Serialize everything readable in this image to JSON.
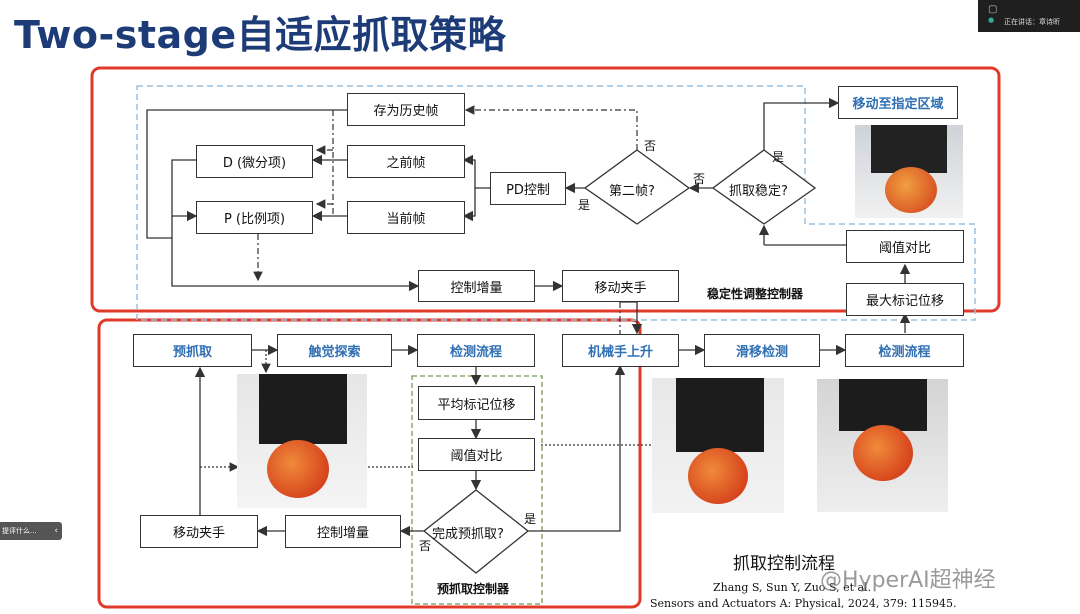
{
  "title": "Two-stage自适应抓取策略",
  "zoom": {
    "line1": "正在讲话：",
    "speaker": "章诗昕"
  },
  "side_tab": "提评什么...",
  "upper": {
    "store_history": "存为历史帧",
    "prev_frame": "之前帧",
    "curr_frame": "当前帧",
    "d_term": "D (微分项)",
    "p_term": "P (比例项)",
    "pd_control": "PD控制",
    "second_frame": "第二帧?",
    "grasp_stable": "抓取稳定?",
    "move_to_zone": "移动至指定区域",
    "threshold_compare": "阈值对比",
    "max_marker_disp": "最大标记位移",
    "control_increment": "控制增量",
    "move_gripper": "移动夹手",
    "controller_label": "稳定性调整控制器",
    "yes": "是",
    "no": "否"
  },
  "lower": {
    "pre_grasp": "预抓取",
    "tactile_explore": "触觉探索",
    "detect_flow": "检测流程",
    "arm_raise": "机械手上升",
    "slip_detect": "滑移检测",
    "detect_flow2": "检测流程",
    "avg_marker_disp": "平均标记位移",
    "threshold_compare": "阈值对比",
    "done_pregrasp": "完成预抓取?",
    "control_increment": "控制增量",
    "move_gripper": "移动夹手",
    "controller_label": "预抓取控制器",
    "yes": "是",
    "no": "否"
  },
  "caption": {
    "flow_title": "抓取控制流程",
    "authors": "Zhang S, Sun Y, Zuo S, et al.",
    "journal": "Sensors and Actuators A: Physical, 2024, 379: 115945.",
    "watermark": "@HyperAI超神经"
  }
}
